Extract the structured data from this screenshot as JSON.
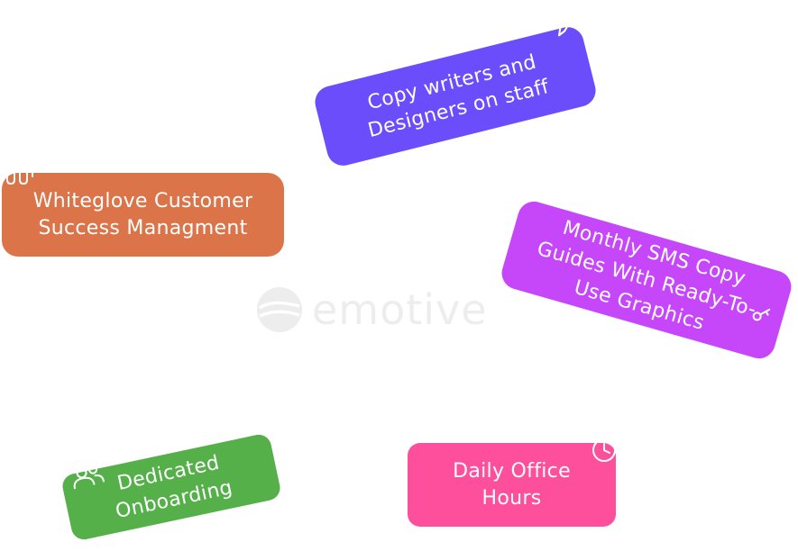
{
  "logo": {
    "text": "emotive",
    "color": "#ececec"
  },
  "cards": {
    "copywriters": {
      "label": "Copy writers and Designers on staff",
      "color": "#6b4dfb",
      "icon": "pencil-icon"
    },
    "whiteglove": {
      "label": "Whiteglove Customer Success Managment",
      "color": "#dc7449",
      "icon": "people-icon"
    },
    "sms_guides": {
      "label": "Monthly SMS Copy Guides With Ready-To-Use Graphics",
      "color": "#c647fa",
      "icon": "key-icon"
    },
    "onboarding": {
      "label": "Dedicated Onboarding",
      "color": "#56b04a",
      "icon": "people-icon"
    },
    "office_hours": {
      "label": "Daily Office Hours",
      "color": "#fd4f9c",
      "icon": "clock-icon"
    }
  }
}
